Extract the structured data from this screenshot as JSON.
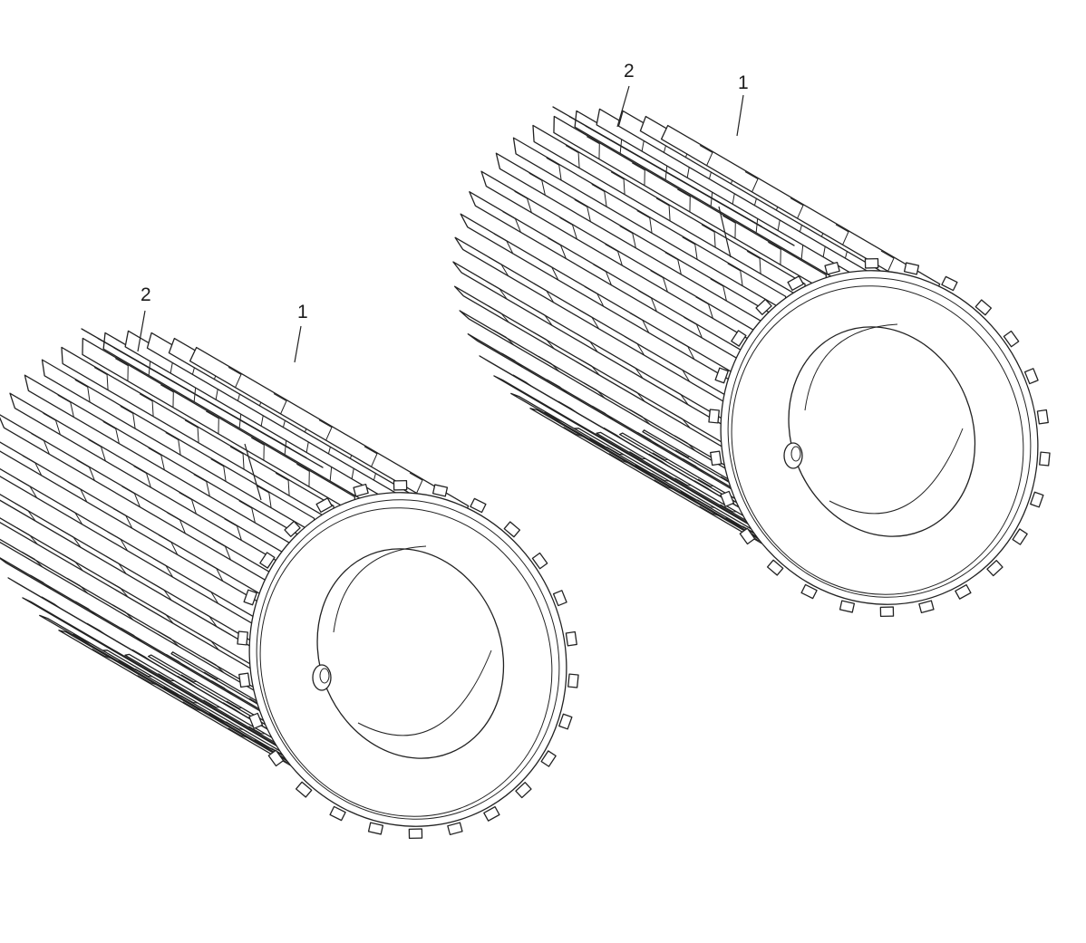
{
  "diagram": {
    "assemblies": [
      {
        "id": "clutch-pack-front",
        "callouts": [
          {
            "label": "2"
          },
          {
            "label": "1"
          }
        ]
      },
      {
        "id": "clutch-pack-rear",
        "callouts": [
          {
            "label": "2"
          },
          {
            "label": "1"
          }
        ]
      }
    ],
    "colors": {
      "line": "#222222",
      "background": "#ffffff"
    }
  }
}
